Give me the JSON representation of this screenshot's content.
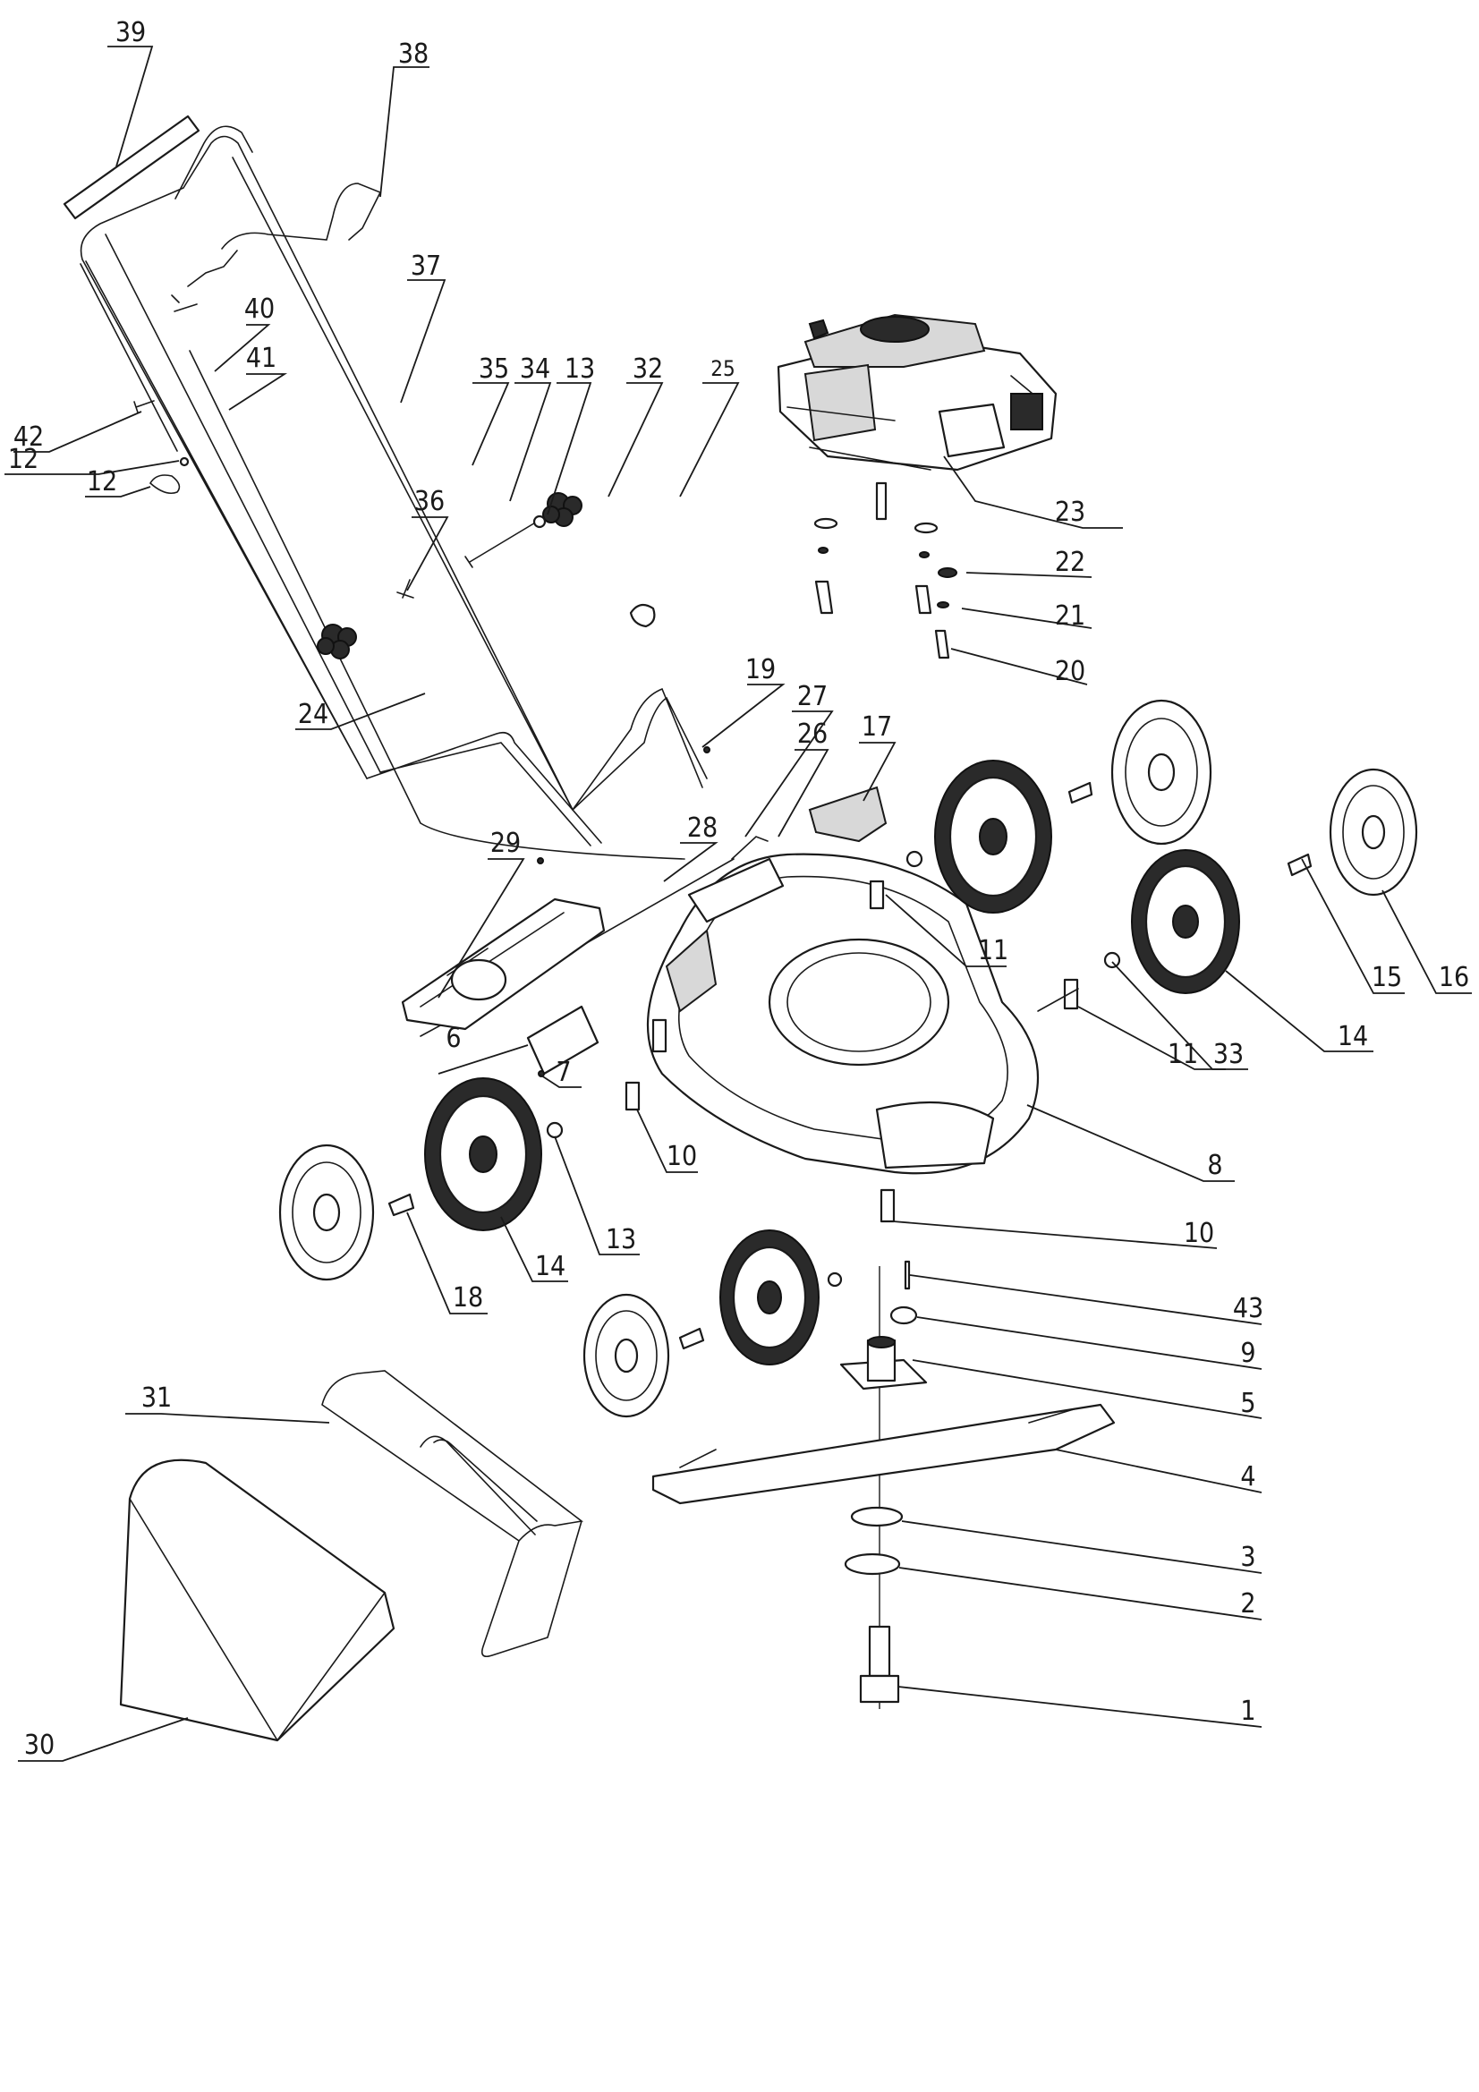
{
  "callouts": [
    {
      "id": "c39",
      "label": "39"
    },
    {
      "id": "c38",
      "label": "38"
    },
    {
      "id": "c37",
      "label": "37"
    },
    {
      "id": "c40",
      "label": "40"
    },
    {
      "id": "c41",
      "label": "41"
    },
    {
      "id": "c35",
      "label": "35"
    },
    {
      "id": "c34",
      "label": "34"
    },
    {
      "id": "c13a",
      "label": "13"
    },
    {
      "id": "c32",
      "label": "32"
    },
    {
      "id": "c25",
      "label": "25"
    },
    {
      "id": "c42",
      "label": "42"
    },
    {
      "id": "c12a",
      "label": "12"
    },
    {
      "id": "c12b",
      "label": "12"
    },
    {
      "id": "c36",
      "label": "36"
    },
    {
      "id": "c23",
      "label": "23"
    },
    {
      "id": "c22",
      "label": "22"
    },
    {
      "id": "c21",
      "label": "21"
    },
    {
      "id": "c20",
      "label": "20"
    },
    {
      "id": "c24",
      "label": "24"
    },
    {
      "id": "c19",
      "label": "19"
    },
    {
      "id": "c27",
      "label": "27"
    },
    {
      "id": "c26",
      "label": "26"
    },
    {
      "id": "c17",
      "label": "17"
    },
    {
      "id": "c28",
      "label": "28"
    },
    {
      "id": "c29",
      "label": "29"
    },
    {
      "id": "c11a",
      "label": "11"
    },
    {
      "id": "c15",
      "label": "15"
    },
    {
      "id": "c16",
      "label": "16"
    },
    {
      "id": "c11b",
      "label": "11"
    },
    {
      "id": "c33",
      "label": "33"
    },
    {
      "id": "c14a",
      "label": "14"
    },
    {
      "id": "c6",
      "label": "6"
    },
    {
      "id": "c7",
      "label": "7"
    },
    {
      "id": "c10a",
      "label": "10"
    },
    {
      "id": "c8",
      "label": "8"
    },
    {
      "id": "c13b",
      "label": "13"
    },
    {
      "id": "c14b",
      "label": "14"
    },
    {
      "id": "c18",
      "label": "18"
    },
    {
      "id": "c10b",
      "label": "10"
    },
    {
      "id": "c43",
      "label": "43"
    },
    {
      "id": "c9",
      "label": "9"
    },
    {
      "id": "c5",
      "label": "5"
    },
    {
      "id": "c31",
      "label": "31"
    },
    {
      "id": "c4",
      "label": "4"
    },
    {
      "id": "c3",
      "label": "3"
    },
    {
      "id": "c2",
      "label": "2"
    },
    {
      "id": "c1",
      "label": "1"
    },
    {
      "id": "c30",
      "label": "30"
    }
  ]
}
